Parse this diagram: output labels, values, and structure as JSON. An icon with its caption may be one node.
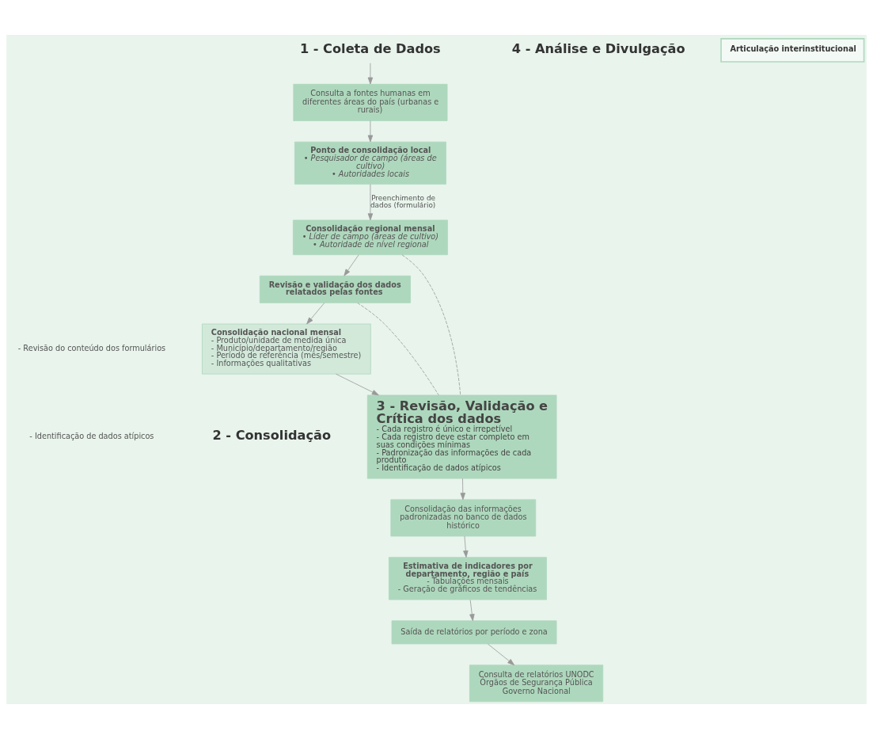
{
  "diagram": {
    "nodes": [
      {
        "text": [
          "1 - Coleta de Dados"
        ]
      },
      {
        "text": [
          "Consulta a fontes humanas em diferentes áreas do país (urbanas e rurais)"
        ]
      },
      {
        "text": [
          "Ponto de consolidação local",
          "• Pesquisador de campo (áreas de cultivo)",
          "• Autoridades locais"
        ]
      },
      {
        "text": [
          "Consolidação regional mensal",
          "• Líder de campo (áreas de cultivo)",
          "• Autoridade de nível regional"
        ]
      },
      {
        "text": [
          "Revisão e validação dos dados relatados pelas fontes"
        ]
      },
      {
        "text": [
          "Articulação interinstitucional"
        ]
      },
      {
        "text": [
          "Consolidação nacional mensal",
          "- Produto/unidade de medida única",
          "- Município/departamento/região",
          "- Período de referência (mês/semestre)",
          "- Informações qualitativas"
        ]
      },
      {
        "text": [
          "3 - Revisão, Validação e Crítica dos dados",
          "- Cada registro é único e irrepetível",
          "- Cada registro deve estar completo em suas condições mínimas",
          "- Padronização das informações de cada produto",
          "- Identificação de dados atípicos"
        ]
      },
      {
        "text": [
          "Consolidação das informações padronizadas no banco de dados histórico"
        ]
      },
      {
        "text": [
          "Estimativa de indicadores por departamento, região e país",
          "- Tabulações mensais",
          "- Geração de gráficos de tendências"
        ]
      },
      {
        "text": [
          "Saída de relatórios por período e zona"
        ]
      },
      {
        "text": [
          "Consulta de relatórios UNODC",
          "Órgãos de Segurança Pública",
          "Governo Nacional"
        ]
      }
    ],
    "edges": [
      {
        "from": 0,
        "to": 1,
        "arrow": "to"
      },
      {
        "from": 1,
        "to": 2,
        "arrow": "to"
      },
      {
        "from": 2,
        "to": 3,
        "arrow": "to",
        "label": "Preenchimento de dados (formulário)"
      },
      {
        "from": 3,
        "to": 4,
        "arrow": "to"
      },
      {
        "from": 4,
        "to": 6,
        "arrow": "to"
      },
      {
        "from": 3,
        "to": 7,
        "arrow": "none",
        "style": "dashed"
      },
      {
        "from": 4,
        "to": 7,
        "arrow": "none",
        "style": "dashed"
      },
      {
        "from": 6,
        "to": 7,
        "arrow": "to"
      },
      {
        "from": 7,
        "to": 8,
        "arrow": "to"
      },
      {
        "from": 8,
        "to": 9,
        "arrow": "to"
      },
      {
        "from": 9,
        "to": 10,
        "arrow": "to"
      },
      {
        "from": 10,
        "to": 11,
        "arrow": "to"
      }
    ],
    "labels": [
      "4 - Análise e Divulgação",
      "2 - Consolidação",
      "- Revisão do conteúdo dos formulários",
      "- Identificação de dados atípicos"
    ]
  }
}
